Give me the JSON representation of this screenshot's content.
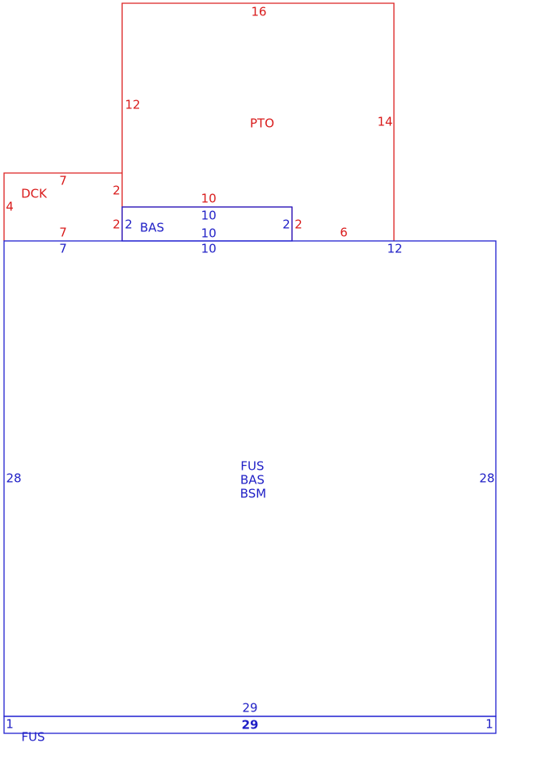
{
  "colors": {
    "red": "#d91c1c",
    "blue": "#1f1fc6"
  },
  "pto": {
    "name": "PTO",
    "dim_top": "16",
    "dim_left": "12",
    "dim_right": "14",
    "dim_bottom_right": "6",
    "dim_inner_top": "10",
    "dim_inner_side": "2"
  },
  "dck": {
    "name": "DCK",
    "dim_top": "7",
    "dim_left": "4",
    "dim_right_upper": "2",
    "dim_right_lower": "2",
    "dim_bottom": "7"
  },
  "bas_small": {
    "name": "BAS",
    "dim_top": "10",
    "dim_bottom": "10",
    "dim_left": "2",
    "dim_right": "2"
  },
  "main": {
    "labels": [
      "FUS",
      "BAS",
      "BSM"
    ],
    "dim_top_left": "7",
    "dim_top_mid": "10",
    "dim_top_right": "12",
    "dim_left": "28",
    "dim_right": "28",
    "dim_bottom": "29"
  },
  "fus_strip": {
    "name": "FUS",
    "dim_top": "29",
    "dim_left": "1",
    "dim_right": "1"
  }
}
